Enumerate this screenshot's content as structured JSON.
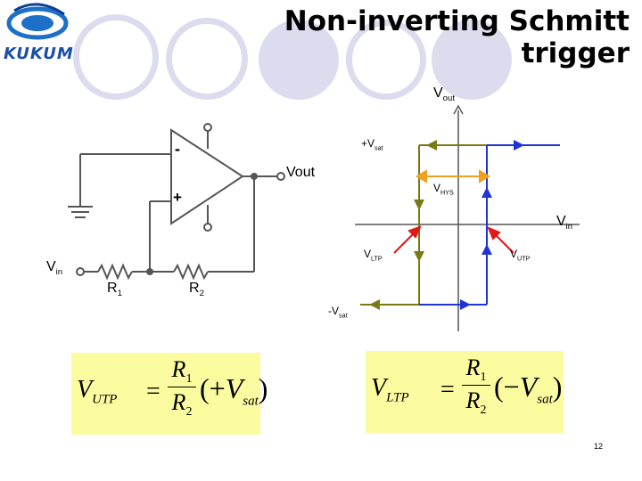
{
  "logo": {
    "text": "KUKUM",
    "colors": {
      "ring": "#1e6fc8",
      "text": "#1a4fa8"
    }
  },
  "title": "Non-inverting Schmitt trigger",
  "circuit": {
    "minus": "-",
    "plus": "+",
    "vout": {
      "main": "V",
      "sub": "out"
    },
    "vin": {
      "main": "V",
      "sub": "in"
    },
    "r1": {
      "main": "R",
      "sub": "1"
    },
    "r2": {
      "main": "R",
      "sub": "2"
    }
  },
  "graph": {
    "y_axis_label": {
      "main": "V",
      "sub": "out"
    },
    "x_axis_label": {
      "main": "V",
      "sub": "in"
    },
    "pos_sat": {
      "main": "+V",
      "sub": "sat"
    },
    "neg_sat": {
      "main": "-V",
      "sub": "sat"
    },
    "hys": {
      "main": "V",
      "sub": "HYS"
    },
    "ltp": {
      "main": "V",
      "sub": "LTP"
    },
    "utp": {
      "main": "V",
      "sub": "UTP"
    },
    "colors": {
      "rising": "#1f34d6",
      "falling": "#7a7a14",
      "hys": "#f0a020",
      "pointer": "#e01818"
    }
  },
  "formula_utp": {
    "lhs": "V",
    "lhs_sub": "UTP",
    "num": "R",
    "num_sub": "1",
    "den": "R",
    "den_sub": "2",
    "sign": "+",
    "var": "V",
    "var_sub": "sat"
  },
  "formula_ltp": {
    "lhs": "V",
    "lhs_sub": "LTP",
    "num": "R",
    "num_sub": "1",
    "den": "R",
    "den_sub": "2",
    "sign": "−",
    "var": "V",
    "var_sub": "sat"
  },
  "page_number": "12"
}
